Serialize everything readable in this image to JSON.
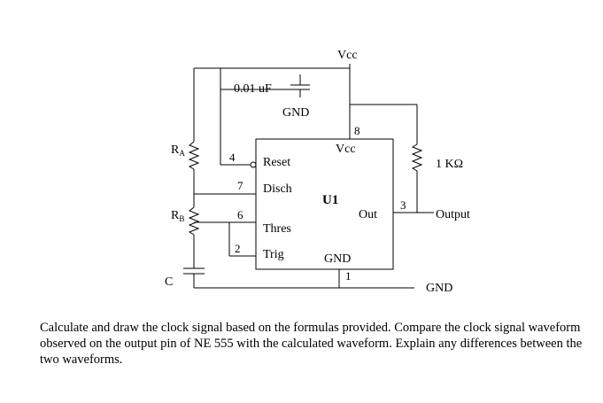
{
  "schematic": {
    "vcc_top": "Vcc",
    "capacitor_top": "0.01 uF",
    "gnd_top": "GND",
    "resistor_a": "R",
    "resistor_a_sub": "A",
    "resistor_b": "R",
    "resistor_b_sub": "B",
    "capacitor_c": "C",
    "resistor_out": "1 KΩ",
    "output": "Output",
    "gnd_bottom": "GND",
    "chip": {
      "name": "U1",
      "vcc": "Vcc",
      "reset": "Reset",
      "disch": "Disch",
      "thres": "Thres",
      "trig": "Trig",
      "out": "Out",
      "gnd": "GND"
    },
    "pins": {
      "p1": "1",
      "p2": "2",
      "p3": "3",
      "p4": "4",
      "p6": "6",
      "p7": "7",
      "p8": "8"
    }
  },
  "question": "Calculate and draw the clock signal based on the formulas provided.  Compare the clock signal waveform observed on the output pin of NE 555 with the calculated waveform.  Explain any differences between the two waveforms."
}
